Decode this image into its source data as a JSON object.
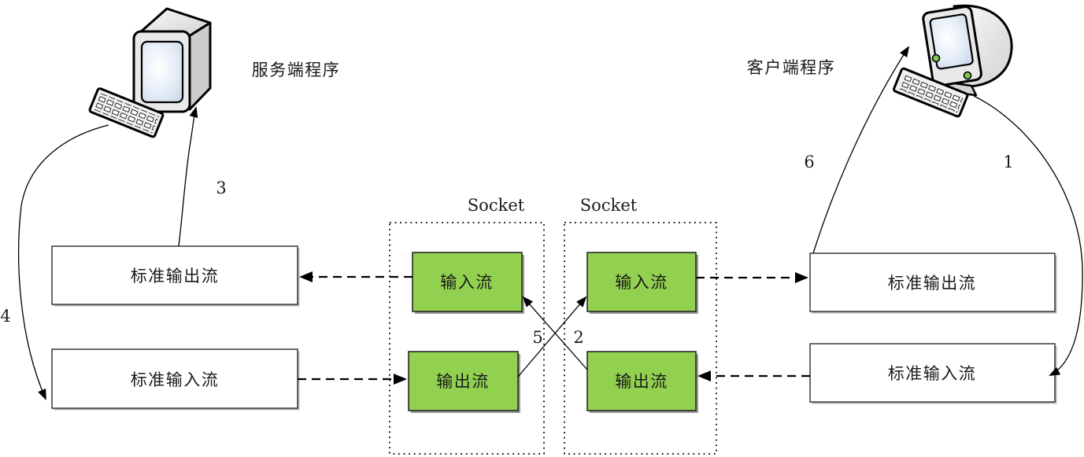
{
  "diagram": {
    "server": {
      "program_label": "服务端程序",
      "stdout_label": "标准输出流",
      "stdin_label": "标准输入流"
    },
    "client": {
      "program_label": "客户端程序",
      "stdout_label": "标准输出流",
      "stdin_label": "标准输入流"
    },
    "server_socket": {
      "title": "Socket",
      "input_label": "输入流",
      "output_label": "输出流"
    },
    "client_socket": {
      "title": "Socket",
      "input_label": "输入流",
      "output_label": "输出流"
    },
    "steps": {
      "s1": "1",
      "s2": "2",
      "s3": "3",
      "s4": "4",
      "s5": "5",
      "s6": "6"
    },
    "colors": {
      "stream_box_fill": "#92D050",
      "stream_box_border": "#222222",
      "plain_box_fill": "#FFFFFF",
      "line": "#000000",
      "background": "#FFFFFF",
      "led_green": "#7EC850"
    }
  }
}
